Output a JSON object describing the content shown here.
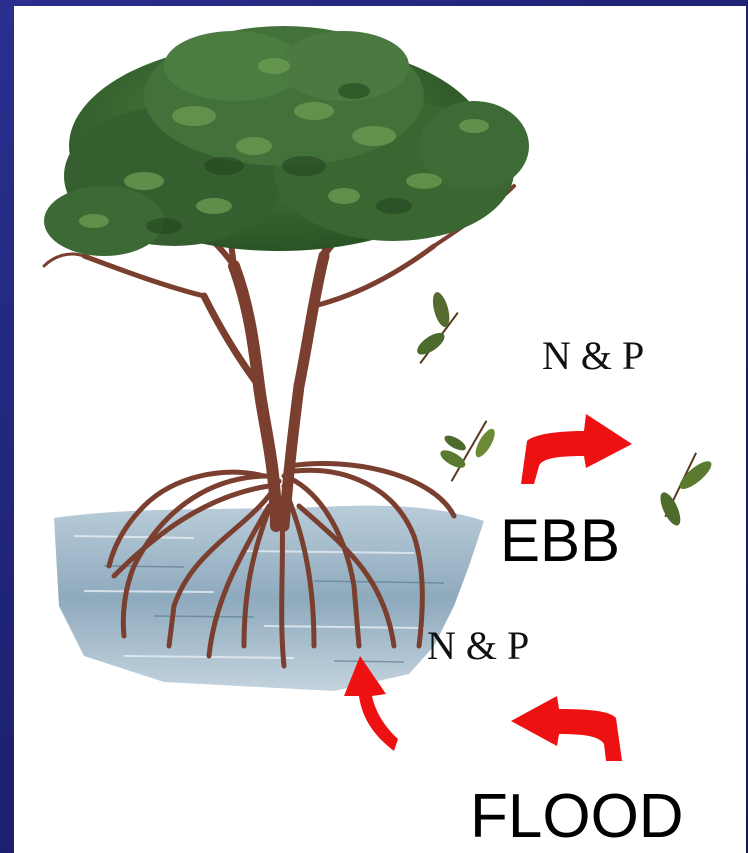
{
  "labels": {
    "nutrients_top": "N & P",
    "ebb": "EBB",
    "nutrients_bottom": "N & P",
    "flood": "FLOOD"
  },
  "colors": {
    "arrow": "#ee1111",
    "foliage_dark": "#2f5a2a",
    "foliage_light": "#5f9048",
    "bark": "#7a3f2e",
    "water": "#9db7c8"
  },
  "icons": {
    "tree": "mangrove-tree-icon",
    "leaf": "leaf-icon",
    "arrow": "curved-arrow-icon"
  }
}
